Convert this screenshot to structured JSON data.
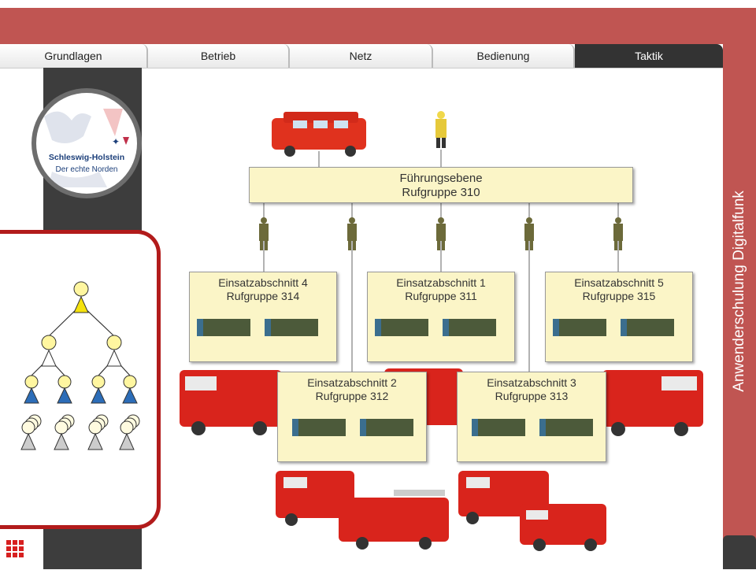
{
  "tabs": [
    {
      "label": "Grundlagen",
      "active": false
    },
    {
      "label": "Betrieb",
      "active": false
    },
    {
      "label": "Netz",
      "active": false
    },
    {
      "label": "Bedienung",
      "active": false
    },
    {
      "label": "Taktik",
      "active": true
    }
  ],
  "side_title": "Anwenderschulung Digitalfunk",
  "logo": {
    "line1": "Schleswig-Holstein",
    "line2": "Der echte Norden"
  },
  "diagram": {
    "top_box": {
      "line1": "Führungsebene",
      "line2": "Rufgruppe 310"
    },
    "sections": [
      {
        "line1": "Einsatzabschnitt 4",
        "line2": "Rufgruppe 314"
      },
      {
        "line1": "Einsatzabschnitt 1",
        "line2": "Rufgruppe 311"
      },
      {
        "line1": "Einsatzabschnitt 5",
        "line2": "Rufgruppe 315"
      },
      {
        "line1": "Einsatzabschnitt 2",
        "line2": "Rufgruppe 312"
      },
      {
        "line1": "Einsatzabschnitt 3",
        "line2": "Rufgruppe 313"
      }
    ]
  },
  "colors": {
    "brand_red": "#c05552",
    "frame_red": "#b21b1b",
    "box_fill": "#fbf5c7",
    "dark": "#333333"
  }
}
